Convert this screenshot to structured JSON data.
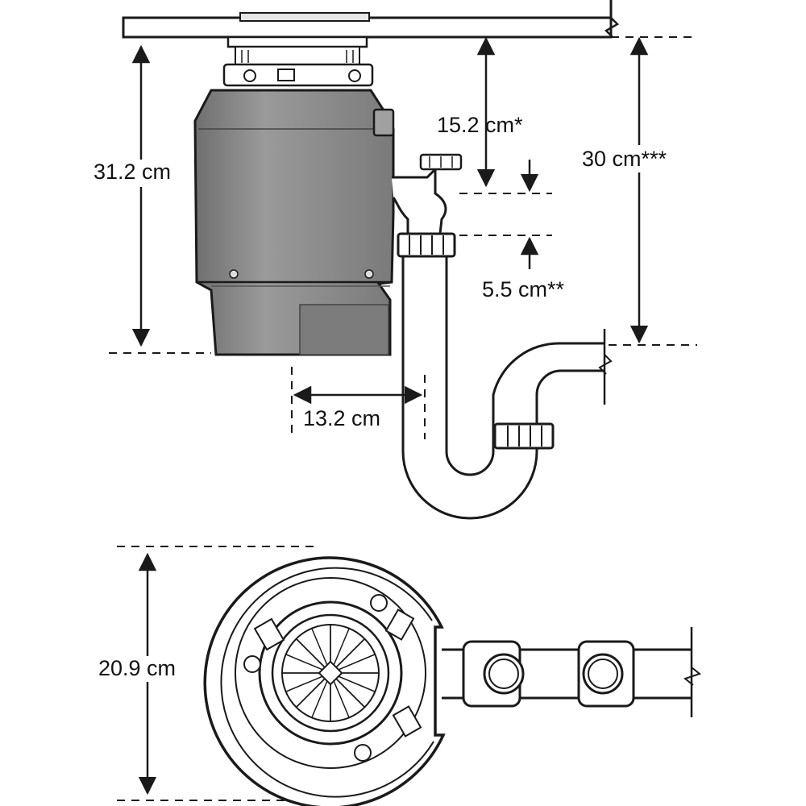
{
  "dimensions": {
    "unit_height": "31.2 cm",
    "inlet_drop": "15.2 cm*",
    "total_drop": "30 cm***",
    "inlet_height": "5.5 cm**",
    "outlet_offset": "13.2 cm",
    "unit_diameter": "20.9 cm"
  },
  "colors": {
    "line": "#1a1a1a",
    "unit_body": "#8a8a8a",
    "unit_body_dark": "#6e6e6e",
    "background": "#ffffff"
  }
}
